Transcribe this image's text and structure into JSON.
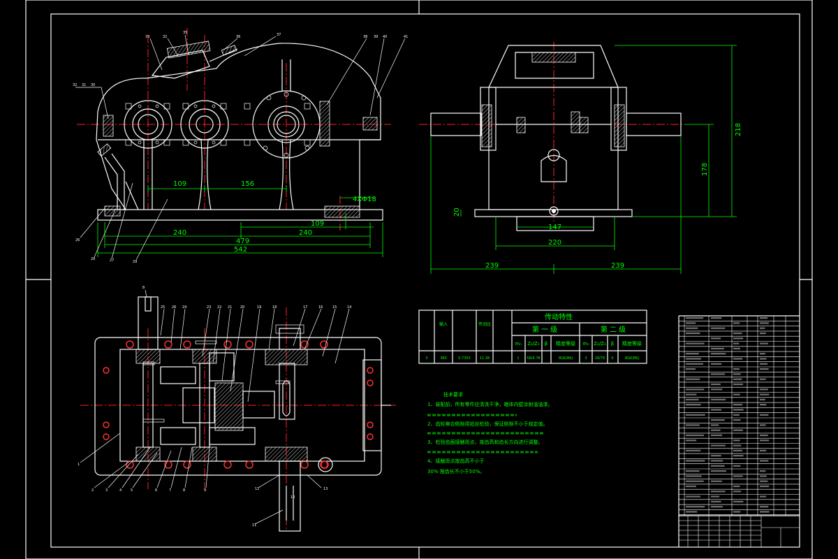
{
  "front_view": {
    "dims": [
      "109",
      "156",
      "4XΦ18",
      "109",
      "240",
      "240",
      "479",
      "542"
    ]
  },
  "side_view": {
    "dims": [
      "218",
      "178",
      "20",
      "147",
      "220",
      "239",
      "239"
    ]
  },
  "char_table": {
    "title": "传动特性",
    "stage1": "第 一 级",
    "stage2": "第 二 级",
    "head_input": "输入",
    "head_ratio": "传动比",
    "head_sub": [
      "mₙ",
      "Z₂/Z₁",
      "β",
      "精度等级",
      "mₙ",
      "Z₂/Z₁",
      "β",
      "精度等级"
    ],
    "row": [
      "3",
      "380",
      "0.7355",
      "11.38",
      "1",
      "58/4.78",
      "8GK/8KJ",
      "3",
      "28/79",
      "0",
      "8GK/8KJ"
    ]
  },
  "notes": {
    "title": "技术要求",
    "lines": [
      "1、装配前，所有零件应清洗干净，箱体内壁涂耐油油漆。",
      "2、齿轮啉合侧隙用铅丝检验，保证侧隙不小于规定值。",
      "3、检验齿面接触斑点，按齿高和齿长方向进行调整。",
      "4、接触斑点按齿高不小于",
      "30% 按齿长不小于50%。"
    ]
  },
  "balloons": {
    "top": [
      "33",
      "32",
      "35",
      "36",
      "37",
      "38",
      "39",
      "40",
      "41"
    ],
    "left": [
      "32",
      "31",
      "30",
      "26",
      "28",
      "27",
      "29"
    ],
    "plan_top": [
      "8",
      "25",
      "26",
      "24",
      "23",
      "22",
      "21",
      "20",
      "19",
      "18",
      "17",
      "16",
      "15",
      "14",
      "13"
    ],
    "plan_bottom": [
      "1",
      "2",
      "3",
      "4",
      "5",
      "6",
      "7",
      "8",
      "9",
      "10",
      "11",
      "12"
    ]
  }
}
